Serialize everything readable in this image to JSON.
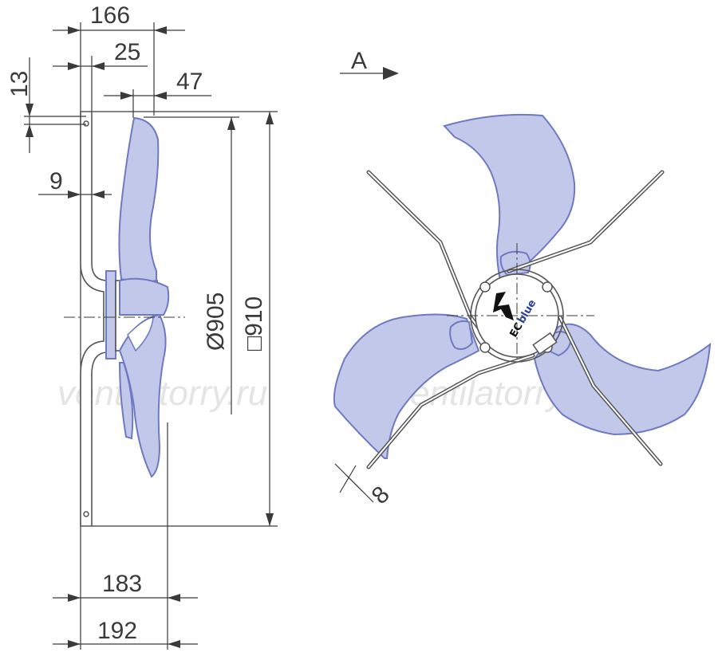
{
  "dimensions": {
    "d166": "166",
    "d25": "25",
    "d47": "47",
    "d13": "13",
    "d9": "9",
    "diameter": "Ø905",
    "square": "□910",
    "d183": "183",
    "d192": "192",
    "d8": "8"
  },
  "view_label": "A",
  "logo": {
    "ec": "EC",
    "blue": "blue"
  },
  "watermark": {
    "left": "ventilatorry.ru",
    "right": "ventilatorry.ru"
  },
  "colors": {
    "blade_fill": "#c2c8e9",
    "blade_stroke": "#6e79c2",
    "line": "#3a3a3a",
    "logo_blue": "#2a3f9e"
  }
}
